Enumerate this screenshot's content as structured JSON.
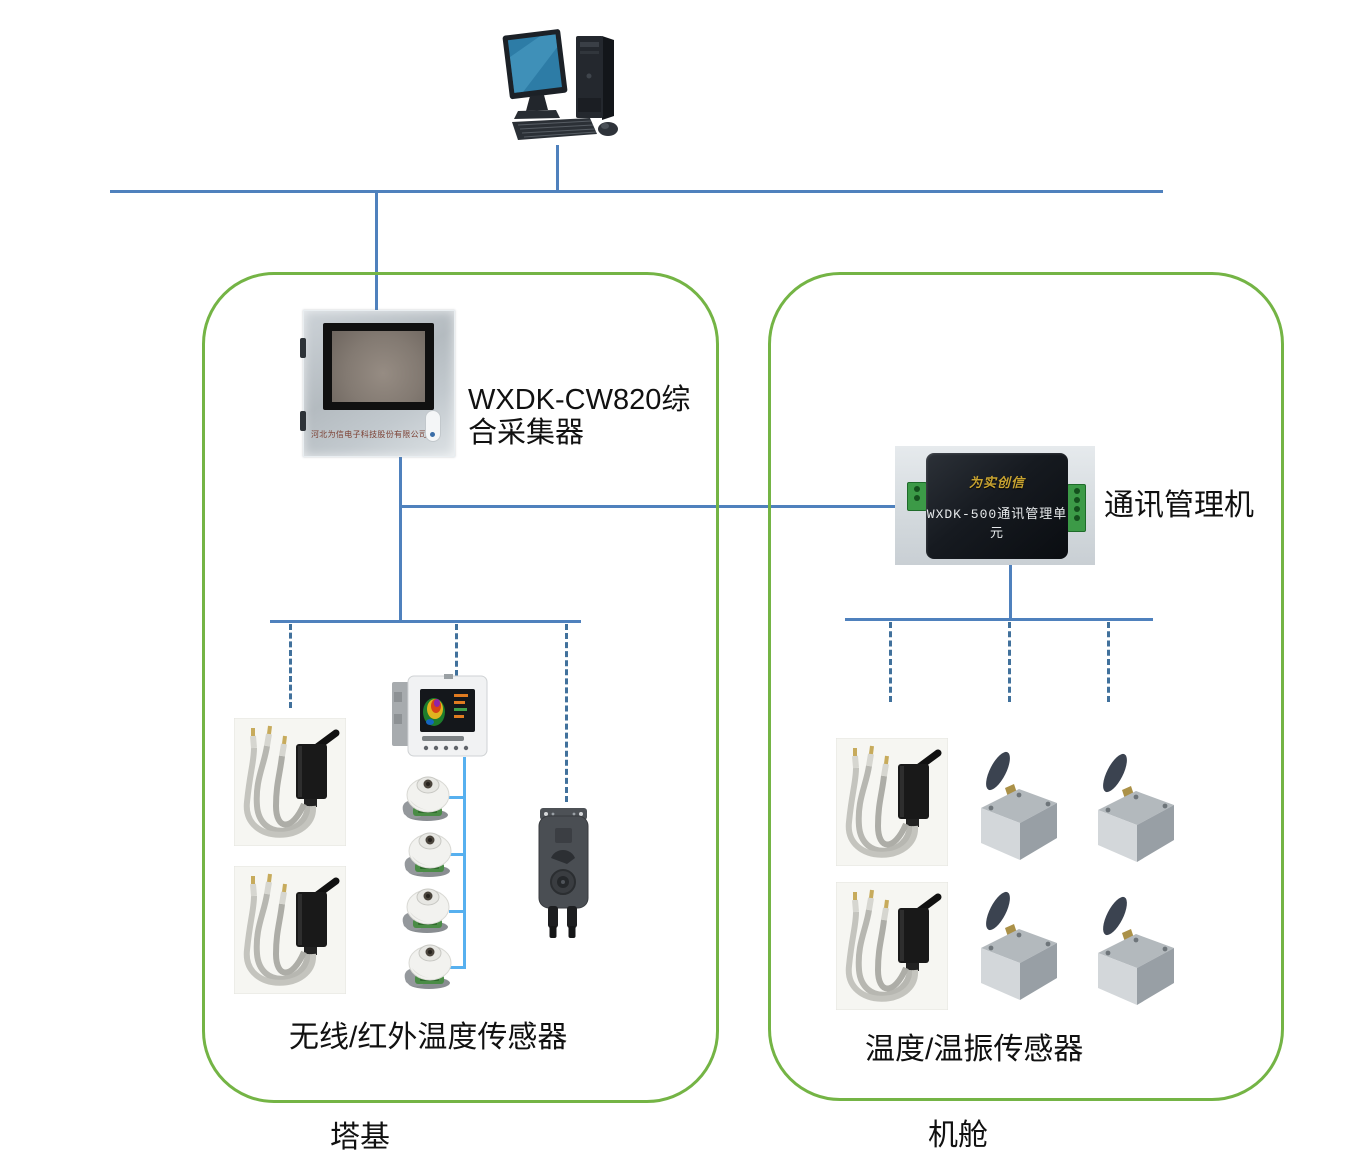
{
  "left_zone": {
    "zone_label": "塔基",
    "collector": {
      "label_line1": "WXDK-CW820综",
      "label_line2": "合采集器",
      "nameplate_text": "河北为信电子科技股份有限公司"
    },
    "sensors_label": "无线/红外温度传感器"
  },
  "right_zone": {
    "zone_label": "机舱",
    "comm_manager": {
      "label": "通讯管理机",
      "device_logo_text": "为实创信",
      "device_text": "WXDK-500通讯管理单元"
    },
    "sensors_label": "温度/温振传感器"
  },
  "colors": {
    "line_blue": "#4f81bd",
    "dashed_blue": "#41719c",
    "sensor_link_blue": "#57b0ef",
    "zone_green": "#74b445"
  }
}
